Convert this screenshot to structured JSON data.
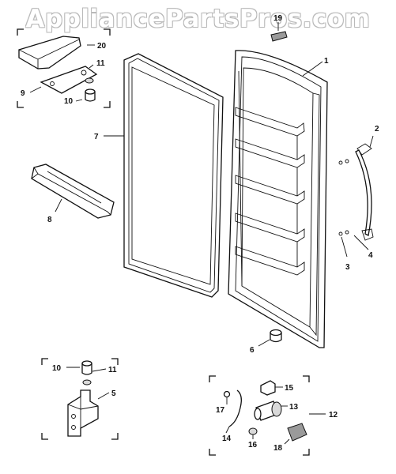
{
  "watermark": "AppliancePartsPros.com",
  "callouts": {
    "c1": "1",
    "c2": "2",
    "c3": "3",
    "c4": "4",
    "c5": "5",
    "c6": "6",
    "c7": "7",
    "c8": "8",
    "c9": "9",
    "c10a": "10",
    "c10b": "10",
    "c11a": "11",
    "c11b": "11",
    "c12": "12",
    "c13": "13",
    "c14": "14",
    "c15": "15",
    "c16": "16",
    "c17": "17",
    "c18": "18",
    "c19": "19",
    "c20": "20"
  }
}
